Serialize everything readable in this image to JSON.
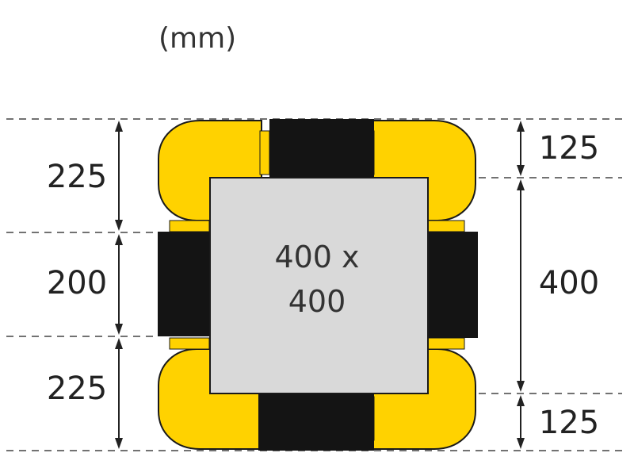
{
  "unit_label": "(mm)",
  "center_label": {
    "line1": "400 x",
    "line2": "400"
  },
  "left_dimensions": {
    "top": "225",
    "middle": "200",
    "bottom": "225"
  },
  "right_dimensions": {
    "top": "125",
    "middle": "400",
    "bottom": "125"
  },
  "colors": {
    "guard_yellow": "#FFD200",
    "outline": "#1a1a1a",
    "block_black": "#141414",
    "column_gray": "#D9D9D9"
  }
}
